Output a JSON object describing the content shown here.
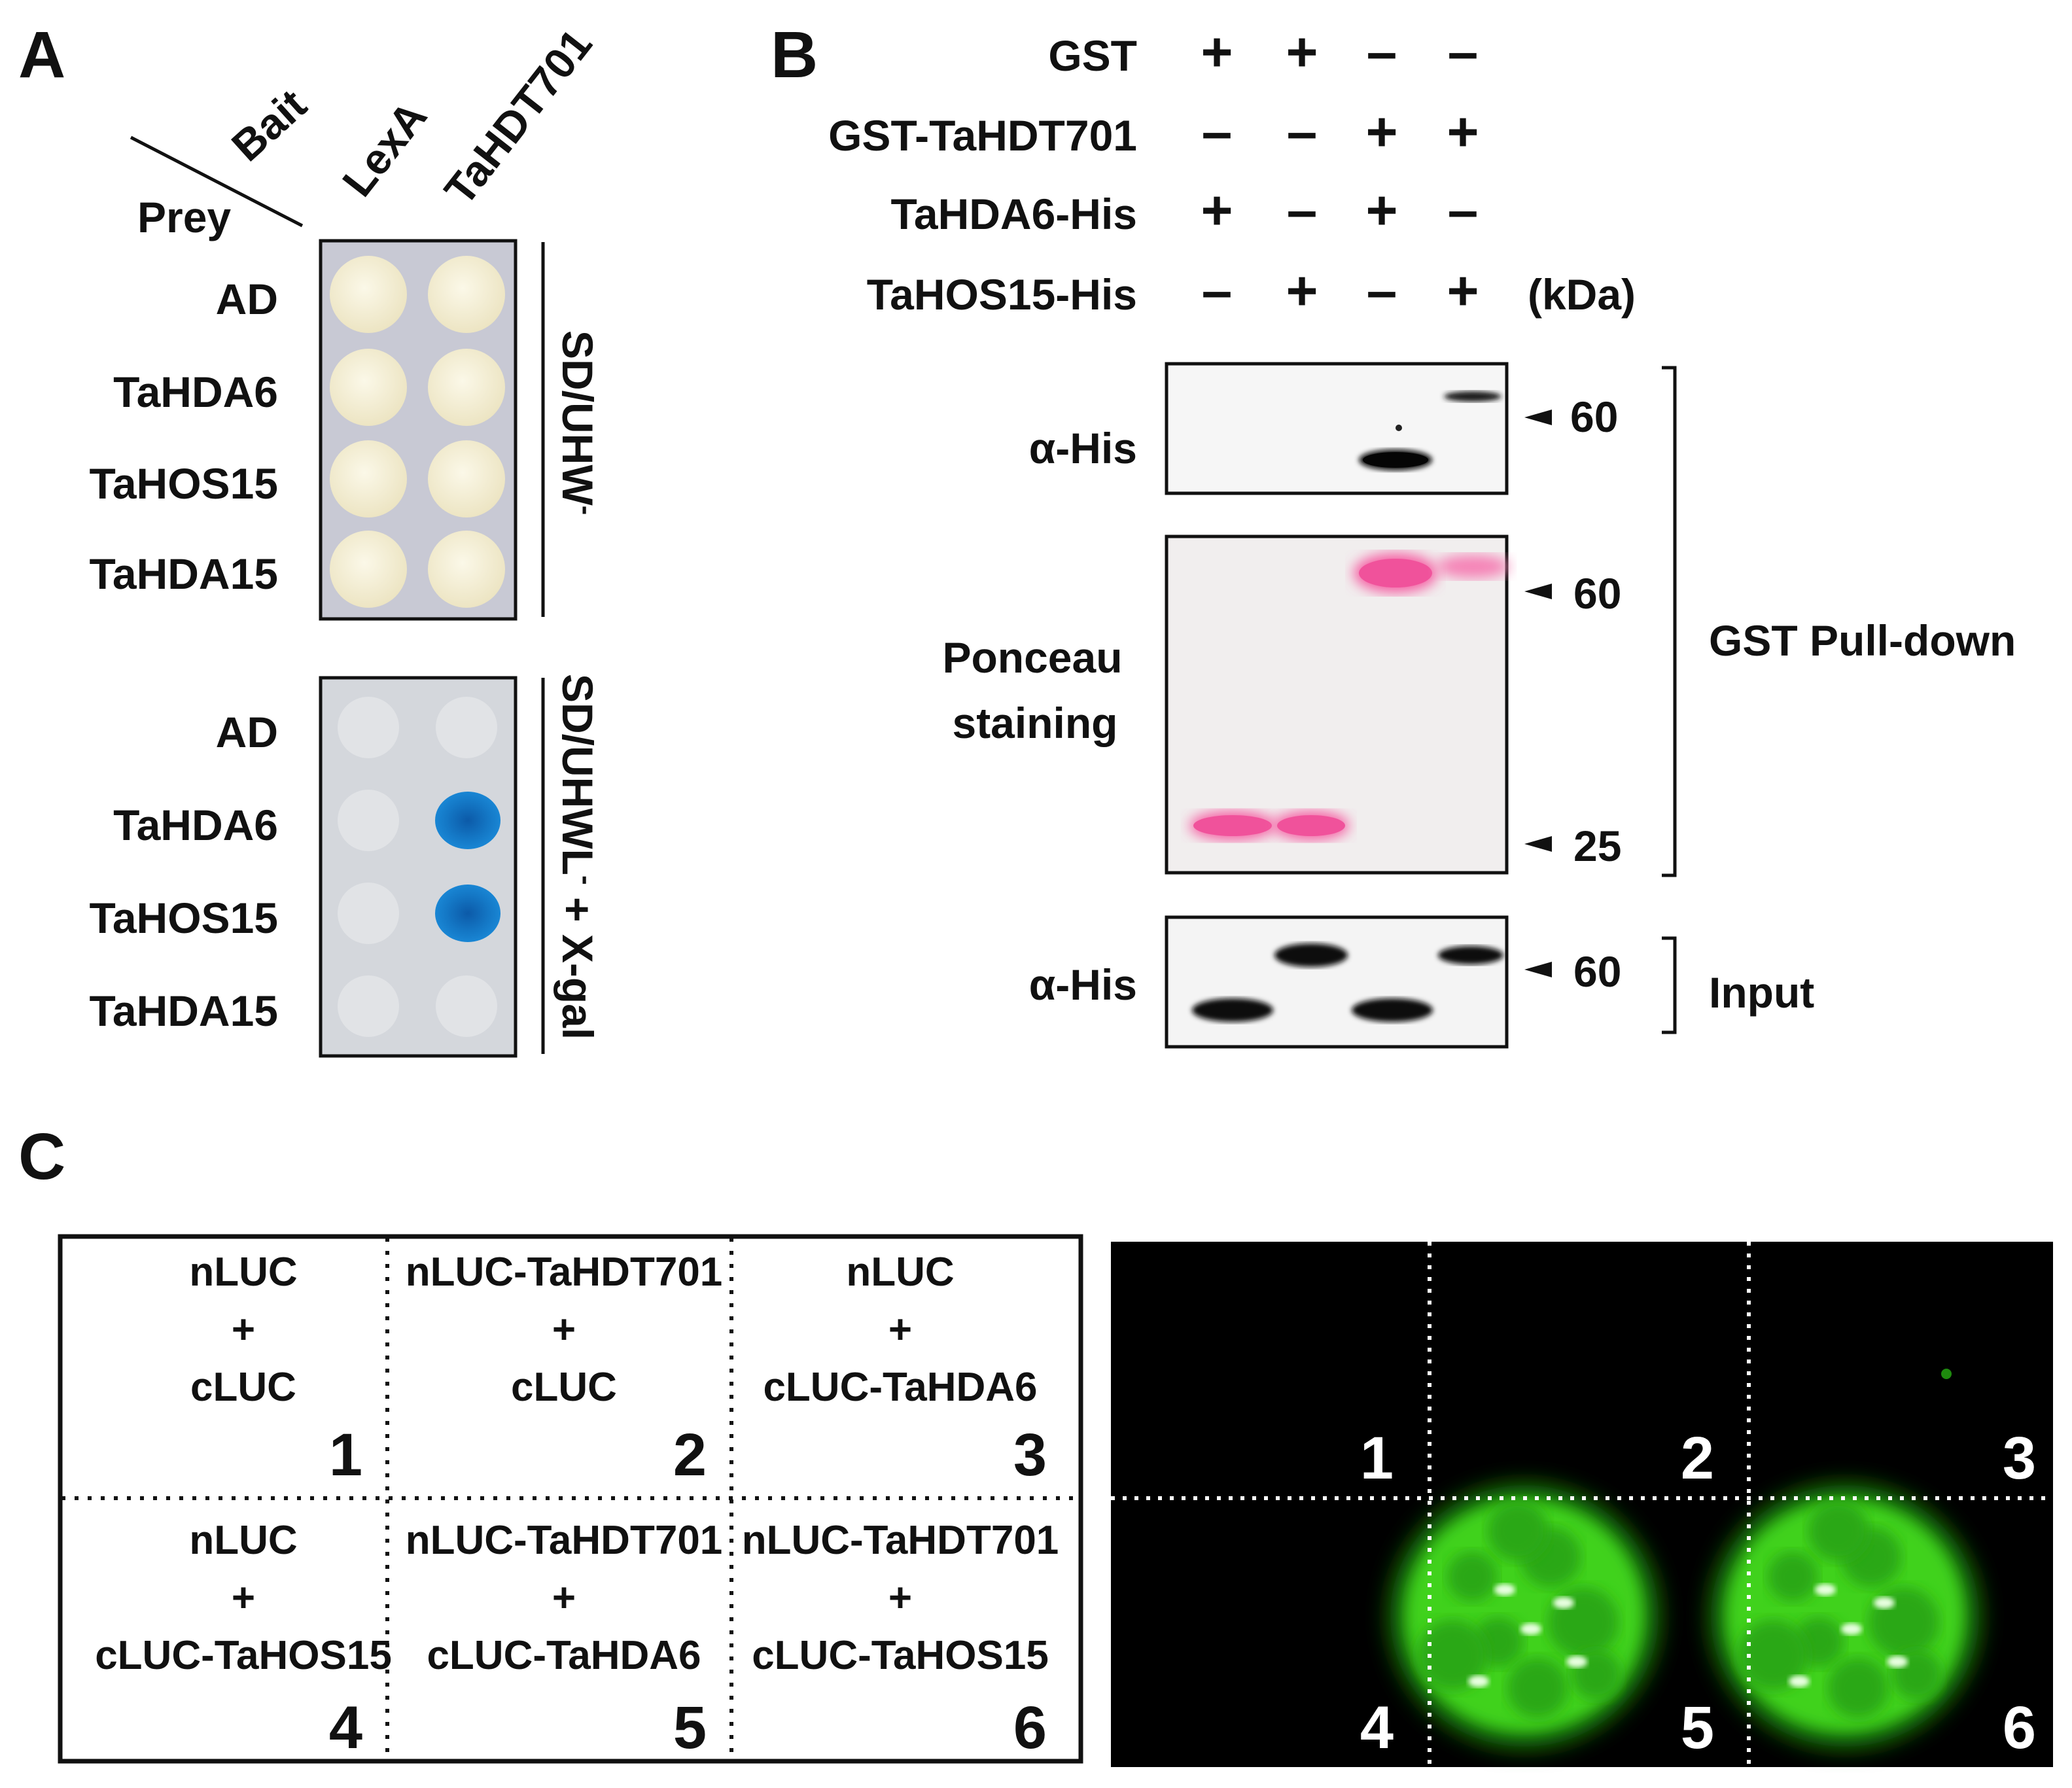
{
  "panel_a": {
    "letter": "A",
    "bait_label": "Bait",
    "prey_label": "Prey",
    "columns": [
      "LexA",
      "TaHDT701"
    ],
    "rows": [
      "AD",
      "TaHDA6",
      "TaHOS15",
      "TaHDA15"
    ],
    "plate1": {
      "medium": "SD/UHW",
      "medium_sup": "-",
      "growth": [
        [
          true,
          true
        ],
        [
          true,
          true
        ],
        [
          true,
          true
        ],
        [
          true,
          true
        ]
      ]
    },
    "plate2": {
      "medium": "SD/UHWL",
      "medium_sup": "-",
      "medium_tail": " + X-gal",
      "blue": [
        [
          false,
          false
        ],
        [
          false,
          true
        ],
        [
          false,
          true
        ],
        [
          false,
          false
        ]
      ]
    },
    "colors": {
      "colony": "#f6f1d8",
      "plate1_bg": "#c8c9d4",
      "plate2_bg": "#d4d7dc",
      "blue": "#1479c8"
    }
  },
  "panel_b": {
    "letter": "B",
    "conditions": [
      {
        "name": "GST",
        "signs": [
          "+",
          "+",
          "–",
          "–"
        ]
      },
      {
        "name": "GST-TaHDT701",
        "signs": [
          "–",
          "–",
          "+",
          "+"
        ]
      },
      {
        "name": "TaHDA6-His",
        "signs": [
          "+",
          "–",
          "+",
          "–"
        ]
      },
      {
        "name": "TaHOS15-His",
        "signs": [
          "–",
          "+",
          "–",
          "+"
        ]
      }
    ],
    "kda_label": "(kDa)",
    "blots": [
      {
        "label": "α-His",
        "markers": [
          "60"
        ]
      },
      {
        "label_lines": [
          "Ponceau",
          "staining"
        ],
        "markers": [
          "60",
          "25"
        ]
      },
      {
        "label": "α-His",
        "markers": [
          "60"
        ]
      }
    ],
    "group_labels": [
      "GST Pull-down",
      "Input"
    ],
    "colors": {
      "ponceau": "#f0529b",
      "band": "#0b0b0b"
    }
  },
  "panel_c": {
    "letter": "C",
    "cells": [
      {
        "lines": [
          "nLUC",
          "+",
          "cLUC"
        ],
        "num": "1"
      },
      {
        "lines": [
          "nLUC-TaHDT701",
          "+",
          "cLUC"
        ],
        "num": "2"
      },
      {
        "lines": [
          "nLUC",
          "+",
          "cLUC-TaHDA6"
        ],
        "num": "3"
      },
      {
        "lines": [
          "nLUC",
          "+",
          "cLUC-TaHOS15"
        ],
        "num": "4"
      },
      {
        "lines": [
          "nLUC-TaHDT701",
          "+",
          "cLUC-TaHDA6"
        ],
        "num": "5"
      },
      {
        "lines": [
          "nLUC-TaHDT701",
          "+",
          "cLUC-TaHOS15"
        ],
        "num": "6"
      }
    ],
    "image_numbers": [
      "1",
      "2",
      "3",
      "4",
      "5",
      "6"
    ],
    "signal": [
      false,
      false,
      false,
      false,
      true,
      true
    ],
    "colors": {
      "luc": "#3fd21e",
      "luc_dark": "#1e8a0e"
    }
  }
}
